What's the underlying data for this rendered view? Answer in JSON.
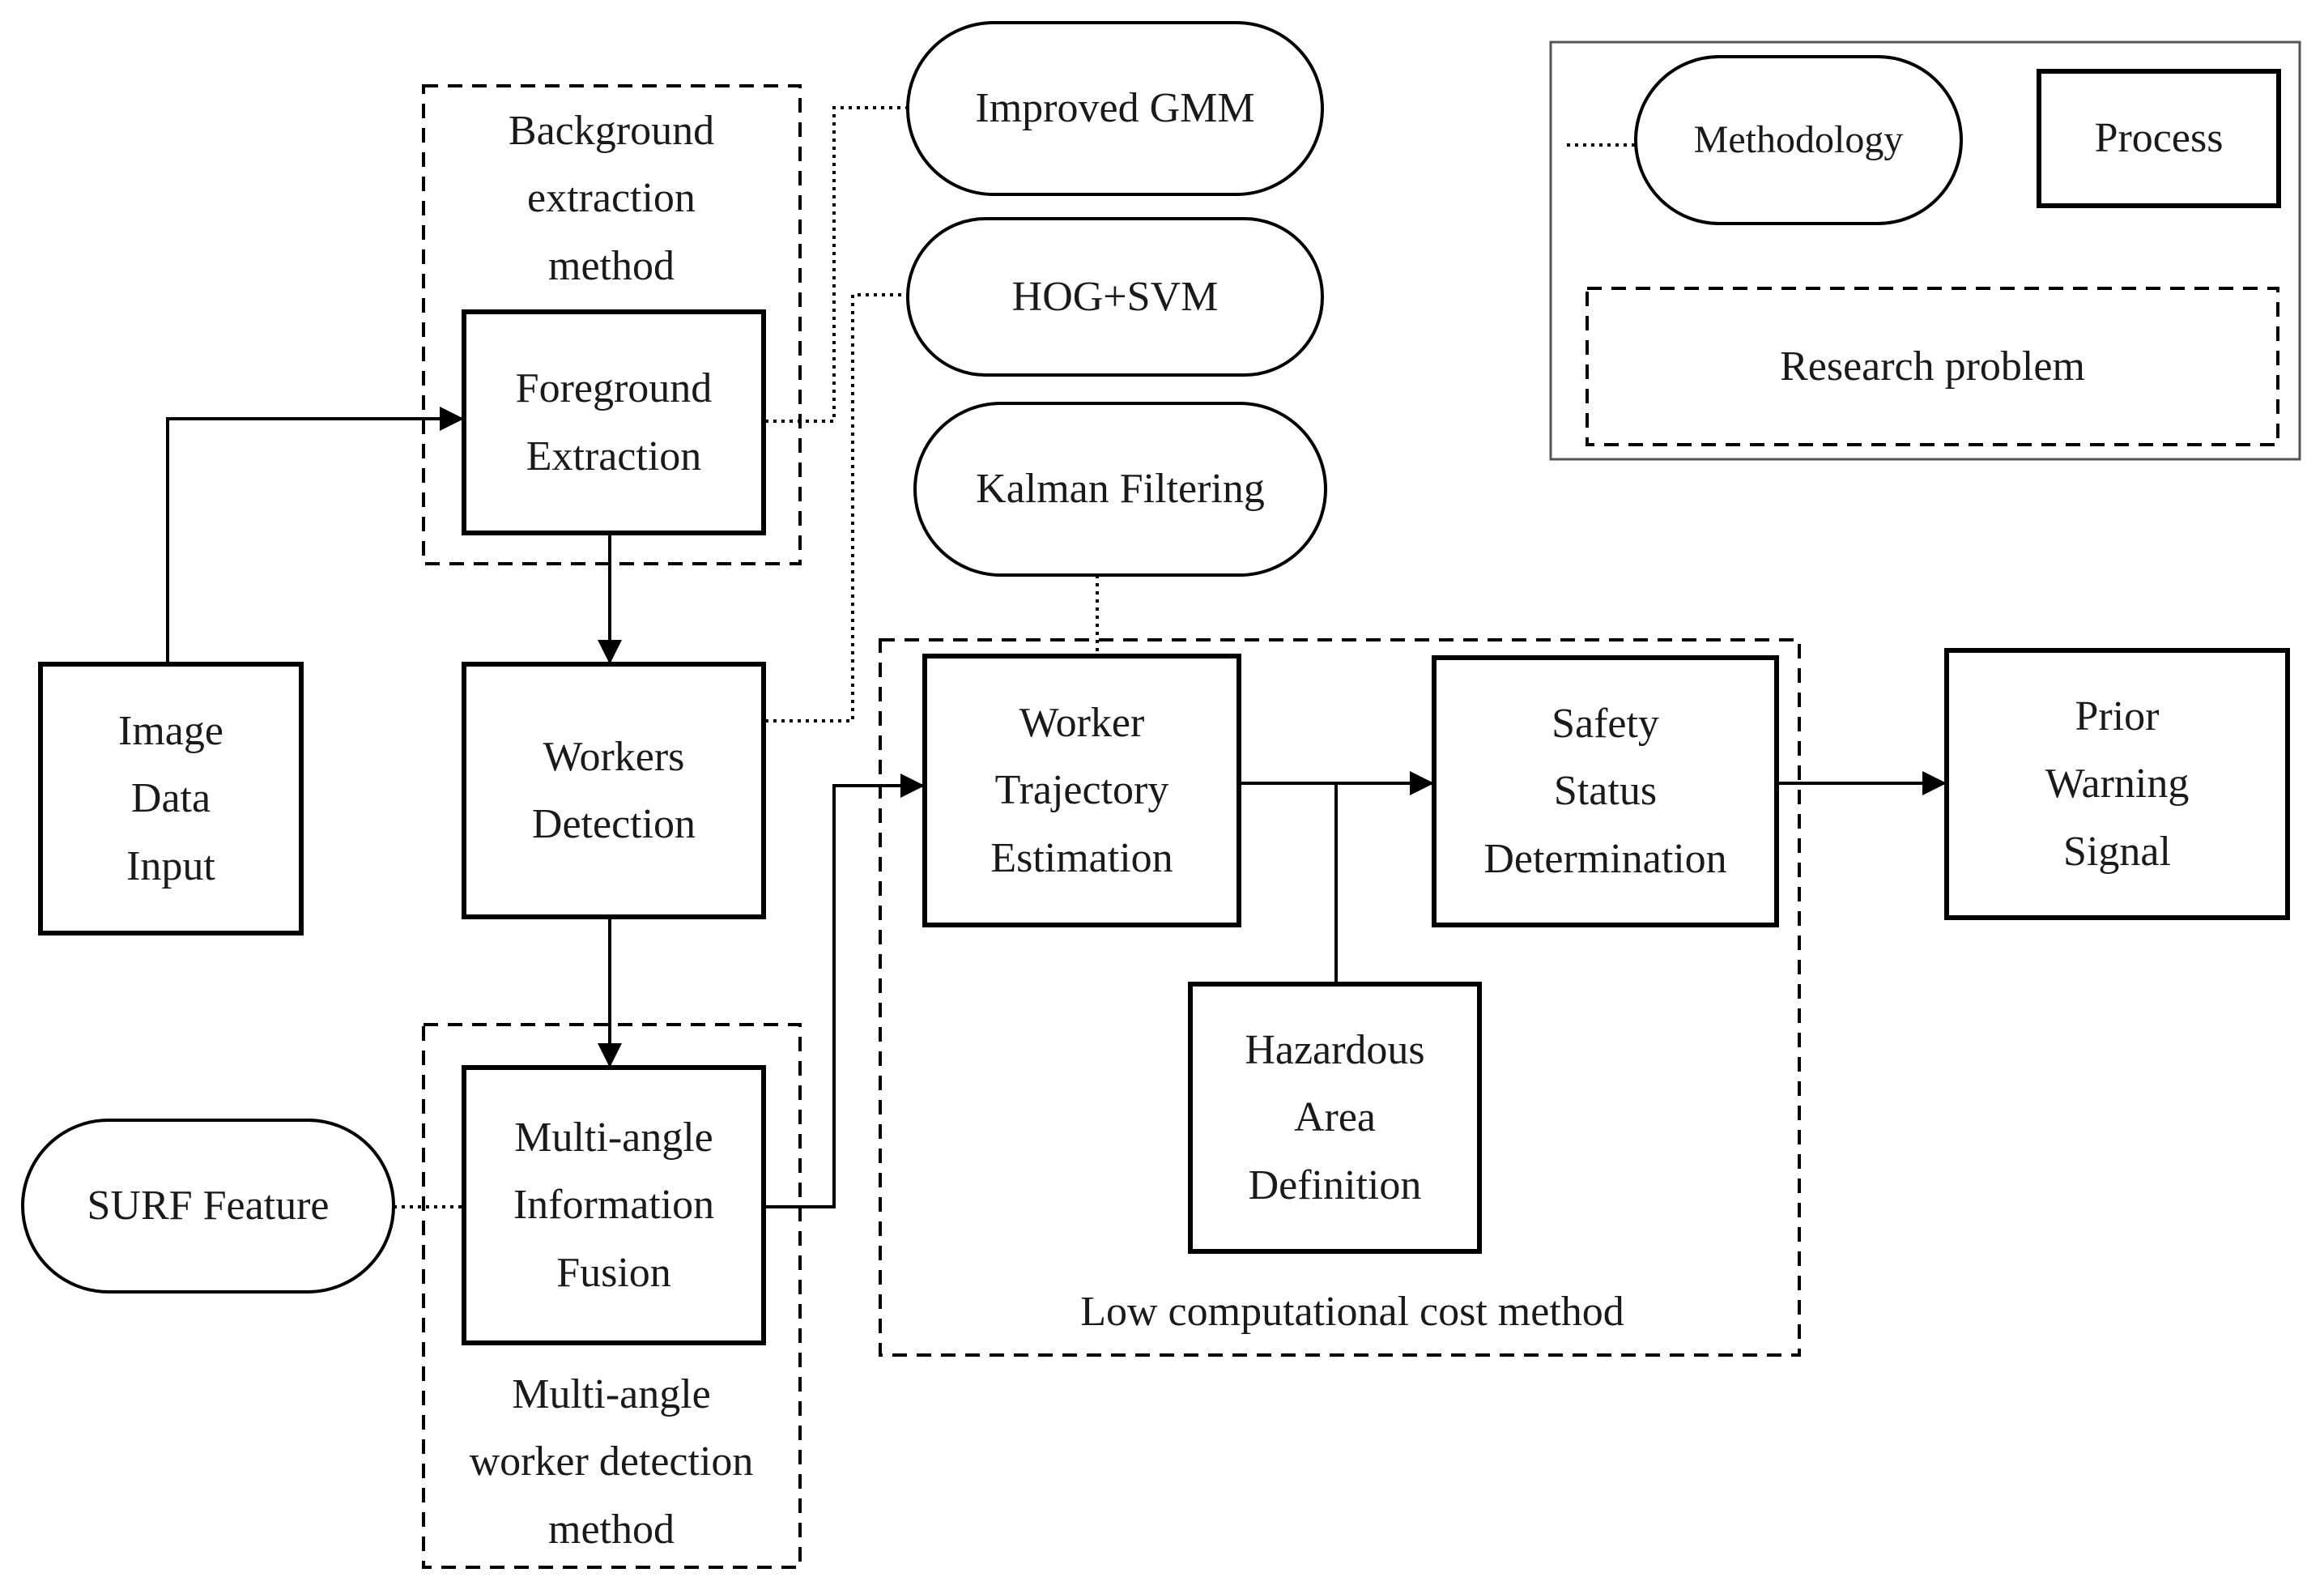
{
  "processes": {
    "image_input": "Image\nData\nInput",
    "foreground": "Foreground\nExtraction",
    "workers_detection": "Workers\nDetection",
    "fusion": "Multi-angle\nInformation\nFusion",
    "trajectory": "Worker\nTrajectory\nEstimation",
    "safety": "Safety\nStatus\nDetermination",
    "hazard": "Hazardous\nArea\nDefinition",
    "warning": "Prior\nWarning\nSignal"
  },
  "methods": {
    "gmm": "Improved GMM",
    "hog": "HOG+SVM",
    "kalman": "Kalman Filtering",
    "surf": "SURF Feature"
  },
  "research_problems": {
    "background": "Background\nextraction\nmethod",
    "multi_angle": "Multi-angle\nworker detection\nmethod",
    "low_cost": "Low computational cost method"
  },
  "legend": {
    "methodology": "Methodology",
    "process": "Process",
    "research_problem": "Research problem"
  }
}
